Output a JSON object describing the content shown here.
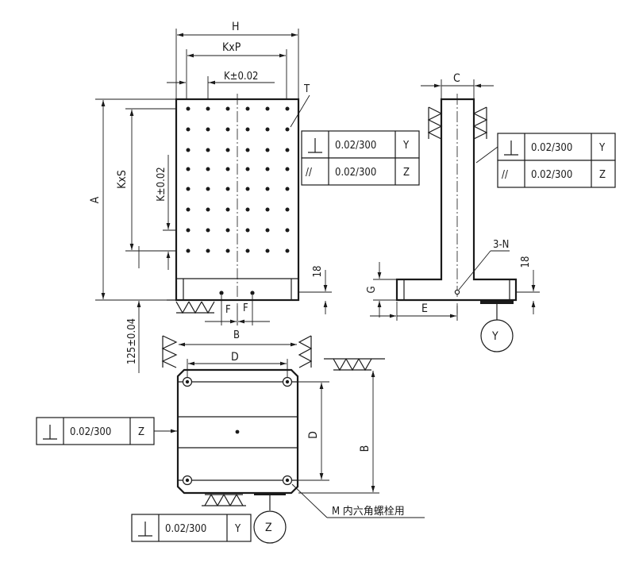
{
  "dims": {
    "H": "H",
    "KxP": "KxP",
    "K_tol_h": "K±0.02",
    "T": "T",
    "A": "A",
    "KxS": "KxS",
    "K_tol_v": "K±0.02",
    "dim18_left": "18",
    "F1": "F",
    "F2": "F",
    "B_small": "B",
    "dim125": "125±0.04",
    "C": "C",
    "N3": "3-N",
    "dim18_right": "18",
    "G": "G",
    "E": "E",
    "D_horiz": "D",
    "D_vert": "D",
    "B_vert": "B",
    "bolt_note": "M 内六角螺栓用"
  },
  "frames": {
    "front_perp": {
      "symbol": "⊥",
      "value": "0.02/300",
      "datum": "Y"
    },
    "front_par": {
      "symbol": "//",
      "value": "0.02/300",
      "datum": "Z"
    },
    "side_perp": {
      "symbol": "⊥",
      "value": "0.02/300",
      "datum": "Y"
    },
    "side_par": {
      "symbol": "//",
      "value": "0.02/300",
      "datum": "Z"
    },
    "top_perp": {
      "symbol": "⊥",
      "value": "0.02/300",
      "datum": "Z"
    },
    "bottom_perp": {
      "symbol": "⊥",
      "value": "0.02/300",
      "datum": "Y"
    }
  },
  "datums": {
    "Y": "Y",
    "Z": "Z"
  },
  "colors": {
    "ink": "#1a1a1a",
    "paper": "#ffffff"
  }
}
